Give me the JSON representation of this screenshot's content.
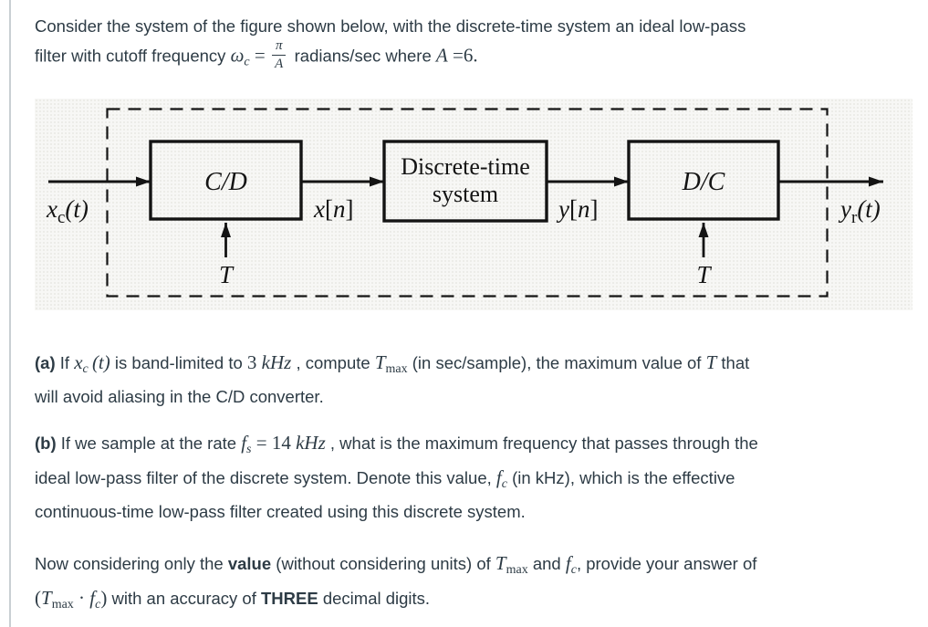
{
  "page": {
    "background": "#ffffff",
    "border_color": "#c9cfd3",
    "text_color": "#2D3B45"
  },
  "paragraphs": {
    "intro": {
      "runs": [
        {
          "style": "t",
          "text": "Consider the system of the figure shown below, with the discrete-time system an ideal low-pass"
        },
        {
          "style": "br"
        },
        {
          "style": "t",
          "text": "filter with cutoff frequency "
        },
        {
          "style": "m",
          "text": "ω"
        },
        {
          "style": "msub",
          "text": "c"
        },
        {
          "style": "r",
          "text": " = "
        },
        {
          "style": "frac",
          "num": "π",
          "den": "A"
        },
        {
          "style": "t",
          "text": " radians/sec where "
        },
        {
          "style": "m",
          "text": "A"
        },
        {
          "style": "r",
          "text": " =6."
        }
      ]
    },
    "part_a": {
      "runs": [
        {
          "style": "b",
          "text": "(a)"
        },
        {
          "style": "t",
          "text": " If "
        },
        {
          "style": "m",
          "text": "x"
        },
        {
          "style": "msub",
          "text": "c"
        },
        {
          "style": "m",
          "text": " (t)"
        },
        {
          "style": "t",
          "text": " is band-limited to "
        },
        {
          "style": "r",
          "text": "3 "
        },
        {
          "style": "m",
          "text": "kHz"
        },
        {
          "style": "t",
          "text": " , compute  "
        },
        {
          "style": "m",
          "text": "T"
        },
        {
          "style": "rsub",
          "text": "max"
        },
        {
          "style": "t",
          "text": " (in sec/sample), the maximum value of "
        },
        {
          "style": "m",
          "text": "T"
        },
        {
          "style": "t",
          "text": " that"
        },
        {
          "style": "br"
        },
        {
          "style": "t",
          "text": "will avoid aliasing in the C/D converter."
        }
      ]
    },
    "part_b": {
      "runs": [
        {
          "style": "b",
          "text": "(b)"
        },
        {
          "style": "t",
          "text": " If we sample at the rate "
        },
        {
          "style": "m",
          "text": "f"
        },
        {
          "style": "msub",
          "text": "s"
        },
        {
          "style": "r",
          "text": " = 14 "
        },
        {
          "style": "m",
          "text": "kHz"
        },
        {
          "style": "t",
          "text": " , what is the maximum frequency that passes through the"
        },
        {
          "style": "br"
        },
        {
          "style": "t",
          "text": "ideal low-pass filter of the discrete system. Denote this value, "
        },
        {
          "style": "m",
          "text": "f"
        },
        {
          "style": "msub",
          "text": "c"
        },
        {
          "style": "t",
          "text": " (in kHz), which is the effective"
        },
        {
          "style": "br"
        },
        {
          "style": "t",
          "text": "continuous-time low-pass filter created using this discrete system."
        }
      ]
    },
    "final": {
      "runs": [
        {
          "style": "t",
          "text": "Now considering only the "
        },
        {
          "style": "b",
          "text": "value"
        },
        {
          "style": "t",
          "text": " (without considering units) of "
        },
        {
          "style": "m",
          "text": "T"
        },
        {
          "style": "rsub",
          "text": "max"
        },
        {
          "style": "t",
          "text": " and "
        },
        {
          "style": "m",
          "text": "f"
        },
        {
          "style": "msub",
          "text": "c"
        },
        {
          "style": "t",
          "text": ", provide your answer of"
        },
        {
          "style": "br"
        },
        {
          "style": "r",
          "text": "("
        },
        {
          "style": "m",
          "text": "T"
        },
        {
          "style": "rsub",
          "text": "max"
        },
        {
          "style": "r",
          "text": " · "
        },
        {
          "style": "m",
          "text": "f"
        },
        {
          "style": "msub",
          "text": "c"
        },
        {
          "style": "r",
          "text": ")"
        },
        {
          "style": "t",
          "text": " with an accuracy of "
        },
        {
          "style": "b",
          "text": "THREE"
        },
        {
          "style": "t",
          "text": " decimal digits."
        }
      ]
    }
  },
  "figure": {
    "blocks": {
      "cd": "C/D",
      "dt_line1": "Discrete-time",
      "dt_line2": "system",
      "dc": "D/C"
    },
    "signals": {
      "input": {
        "base": "x",
        "sub": "c",
        "paren": "(t)"
      },
      "x_n": {
        "base": "x",
        "lb": "[",
        "idx": "n",
        "rb": "]"
      },
      "y_n": {
        "base": "y",
        "lb": "[",
        "idx": "n",
        "rb": "]"
      },
      "output": {
        "base": "y",
        "sub": "r",
        "paren": "(t)"
      },
      "clock1": "T",
      "clock2": "T"
    }
  }
}
